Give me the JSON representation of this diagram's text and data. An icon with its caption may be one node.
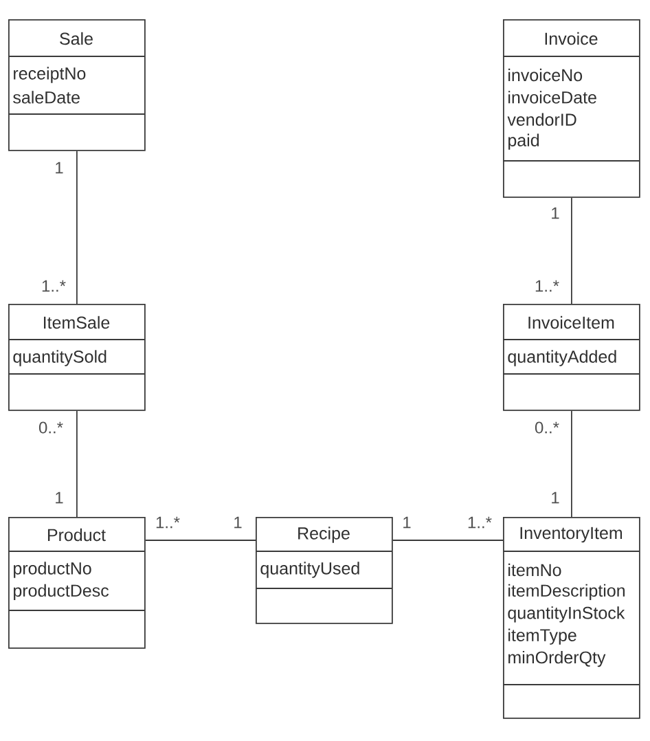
{
  "diagram": {
    "nodes": [
      {
        "text": [
          "Sale",
          "receiptNo",
          "saleDate"
        ]
      },
      {
        "text": [
          "Invoice",
          "invoiceNo",
          "invoiceDate",
          "vendorID",
          "paid"
        ]
      },
      {
        "text": [
          "ItemSale",
          "quantitySold"
        ]
      },
      {
        "text": [
          "InvoiceItem",
          "quantityAdded"
        ]
      },
      {
        "text": [
          "Product",
          "productNo",
          "productDesc"
        ]
      },
      {
        "text": [
          "Recipe",
          "quantityUsed"
        ]
      },
      {
        "text": [
          "InventoryItem",
          "itemNo",
          "itemDescription",
          "quantityInStock",
          "itemType",
          "minOrderQty"
        ]
      }
    ],
    "edges": [
      {
        "from": 0,
        "to": 2,
        "arrow": "none"
      },
      {
        "from": 1,
        "to": 3,
        "arrow": "none"
      },
      {
        "from": 2,
        "to": 4,
        "arrow": "none"
      },
      {
        "from": 3,
        "to": 6,
        "arrow": "none"
      },
      {
        "from": 4,
        "to": 5,
        "arrow": "none"
      },
      {
        "from": 5,
        "to": 6,
        "arrow": "none"
      }
    ],
    "labels": [
      "1",
      "1",
      "1..*",
      "1..*",
      "0..*",
      "0..*",
      "1",
      "1",
      "1..*",
      "1",
      "1",
      "1..*"
    ]
  }
}
